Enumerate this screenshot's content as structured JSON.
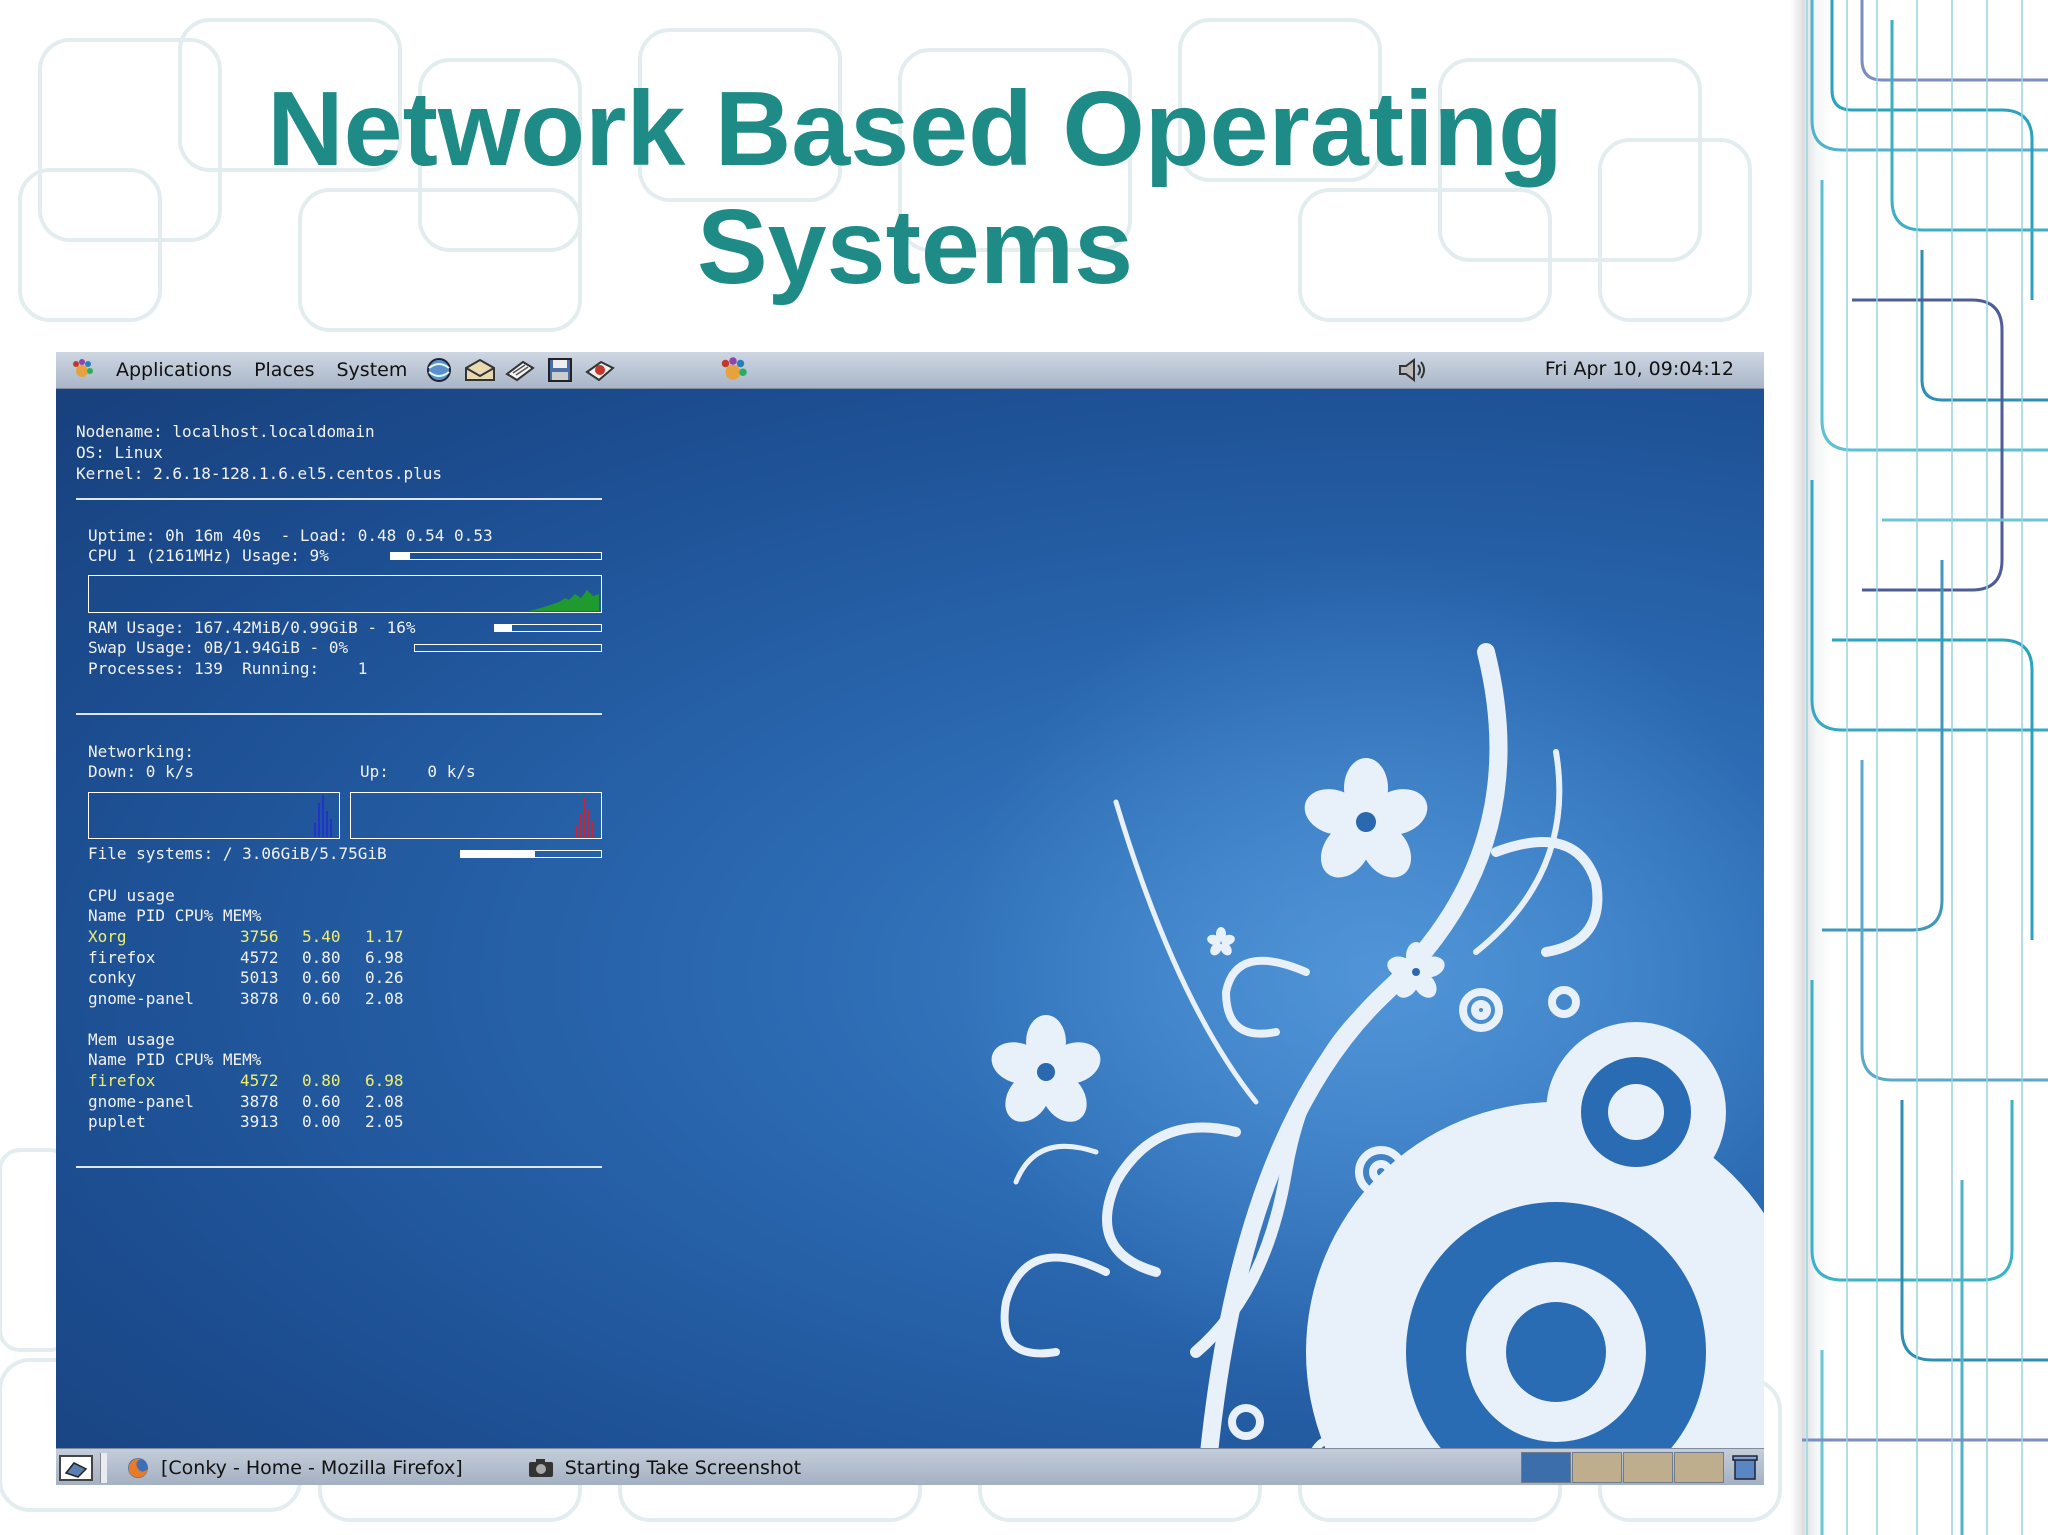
{
  "slide": {
    "title_line1": "Network Based Operating",
    "title_line2": "Systems",
    "title_color": "#1e8b87"
  },
  "top_panel": {
    "menus": [
      "Applications",
      "Places",
      "System"
    ],
    "clock": "Fri Apr 10, 09:04:12",
    "launcher_icons": [
      "web-browser-icon",
      "mail-icon",
      "text-editor-icon",
      "floppy-icon",
      "help-icon"
    ]
  },
  "conky": {
    "nodename": "Nodename: localhost.localdomain",
    "os": "OS: Linux",
    "kernel": "Kernel: 2.6.18-128.1.6.el5.centos.plus",
    "uptime": "Uptime: 0h 16m 40s  - Load: 0.48 0.54 0.53",
    "cpu": "CPU 1 (2161MHz) Usage: 9%",
    "cpu_fraction": 0.09,
    "ram": "RAM Usage: 167.42MiB/0.99GiB - 16%",
    "ram_fraction": 0.16,
    "swap": "Swap Usage: 0B/1.94GiB - 0%",
    "swap_fraction": 0,
    "processes": "Processes: 139  Running:    1",
    "networking": "Networking:",
    "down": "Down: 0 k/s",
    "up": "Up:    0 k/s",
    "fs": "File systems: / 3.06GiB/5.75GiB",
    "fs_fraction": 0.53,
    "cpu_usage_header": "CPU usage",
    "table_header": "Name PID CPU% MEM%",
    "cpu_table": [
      {
        "name": "Xorg",
        "pid": "3756",
        "cpu": "5.40",
        "mem": "1.17"
      },
      {
        "name": "firefox",
        "pid": "4572",
        "cpu": "0.80",
        "mem": "6.98"
      },
      {
        "name": "conky",
        "pid": "5013",
        "cpu": "0.60",
        "mem": "0.26"
      },
      {
        "name": "gnome-panel",
        "pid": "3878",
        "cpu": "0.60",
        "mem": "2.08"
      }
    ],
    "mem_usage_header": "Mem usage",
    "mem_table": [
      {
        "name": "firefox",
        "pid": "4572",
        "cpu": "0.80",
        "mem": "6.98"
      },
      {
        "name": "gnome-panel",
        "pid": "3878",
        "cpu": "0.60",
        "mem": "2.08"
      },
      {
        "name": "puplet",
        "pid": "3913",
        "cpu": "0.00",
        "mem": "2.05"
      }
    ],
    "highlight_color": "#f0f070"
  },
  "bottom_panel": {
    "task1": "[Conky - Home - Mozilla Firefox]",
    "task2": "Starting Take Screenshot",
    "workspace_count": 4
  }
}
